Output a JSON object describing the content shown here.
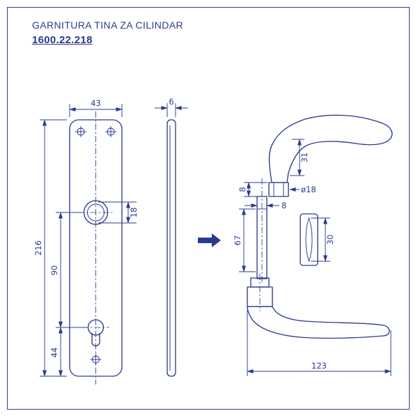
{
  "header": {
    "title": "GARNITURA TINA ZA CILINDAR",
    "code": "1600.22.218"
  },
  "colors": {
    "line": "#2b3a8f",
    "background": "#ffffff"
  },
  "dims": {
    "plate_width": "43",
    "plate_thickness": "6",
    "plate_height": "216",
    "hole_to_cylinder": "90",
    "cylinder_to_bottom": "44",
    "handle_hole_dia": "18",
    "neck_height": "31",
    "rose_height": "8",
    "rose_dia": "ø18",
    "spindle_width": "8",
    "spindle_length": "67",
    "grip_width": "30",
    "handle_length": "123"
  }
}
